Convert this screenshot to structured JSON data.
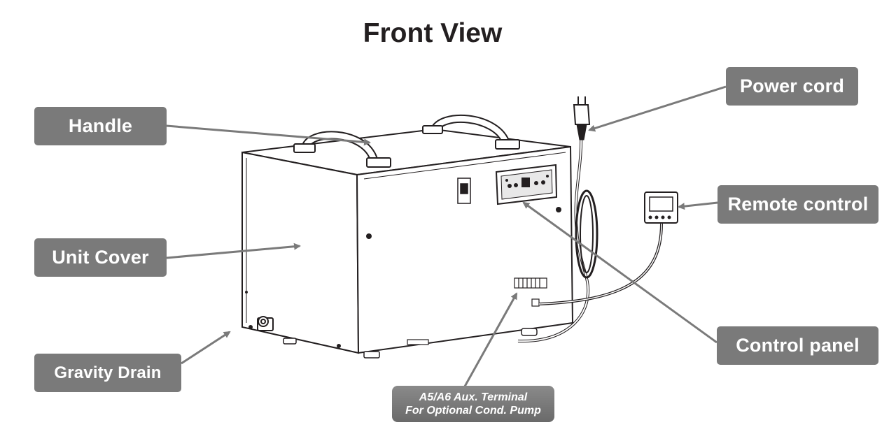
{
  "title": "Front View",
  "labels": {
    "handle": "Handle",
    "unit_cover": "Unit Cover",
    "gravity_drain": "Gravity Drain",
    "power_cord": "Power cord",
    "remote_control": "Remote control",
    "control_panel": "Control panel"
  },
  "aux_terminal": {
    "line1": "A5/A6 Aux. Terminal",
    "line2": "For Optional Cond. Pump"
  },
  "colors": {
    "label_bg": "#7a7a7a",
    "label_text": "#ffffff",
    "arrow": "#7a7a7a",
    "line_art": "#231f20"
  }
}
